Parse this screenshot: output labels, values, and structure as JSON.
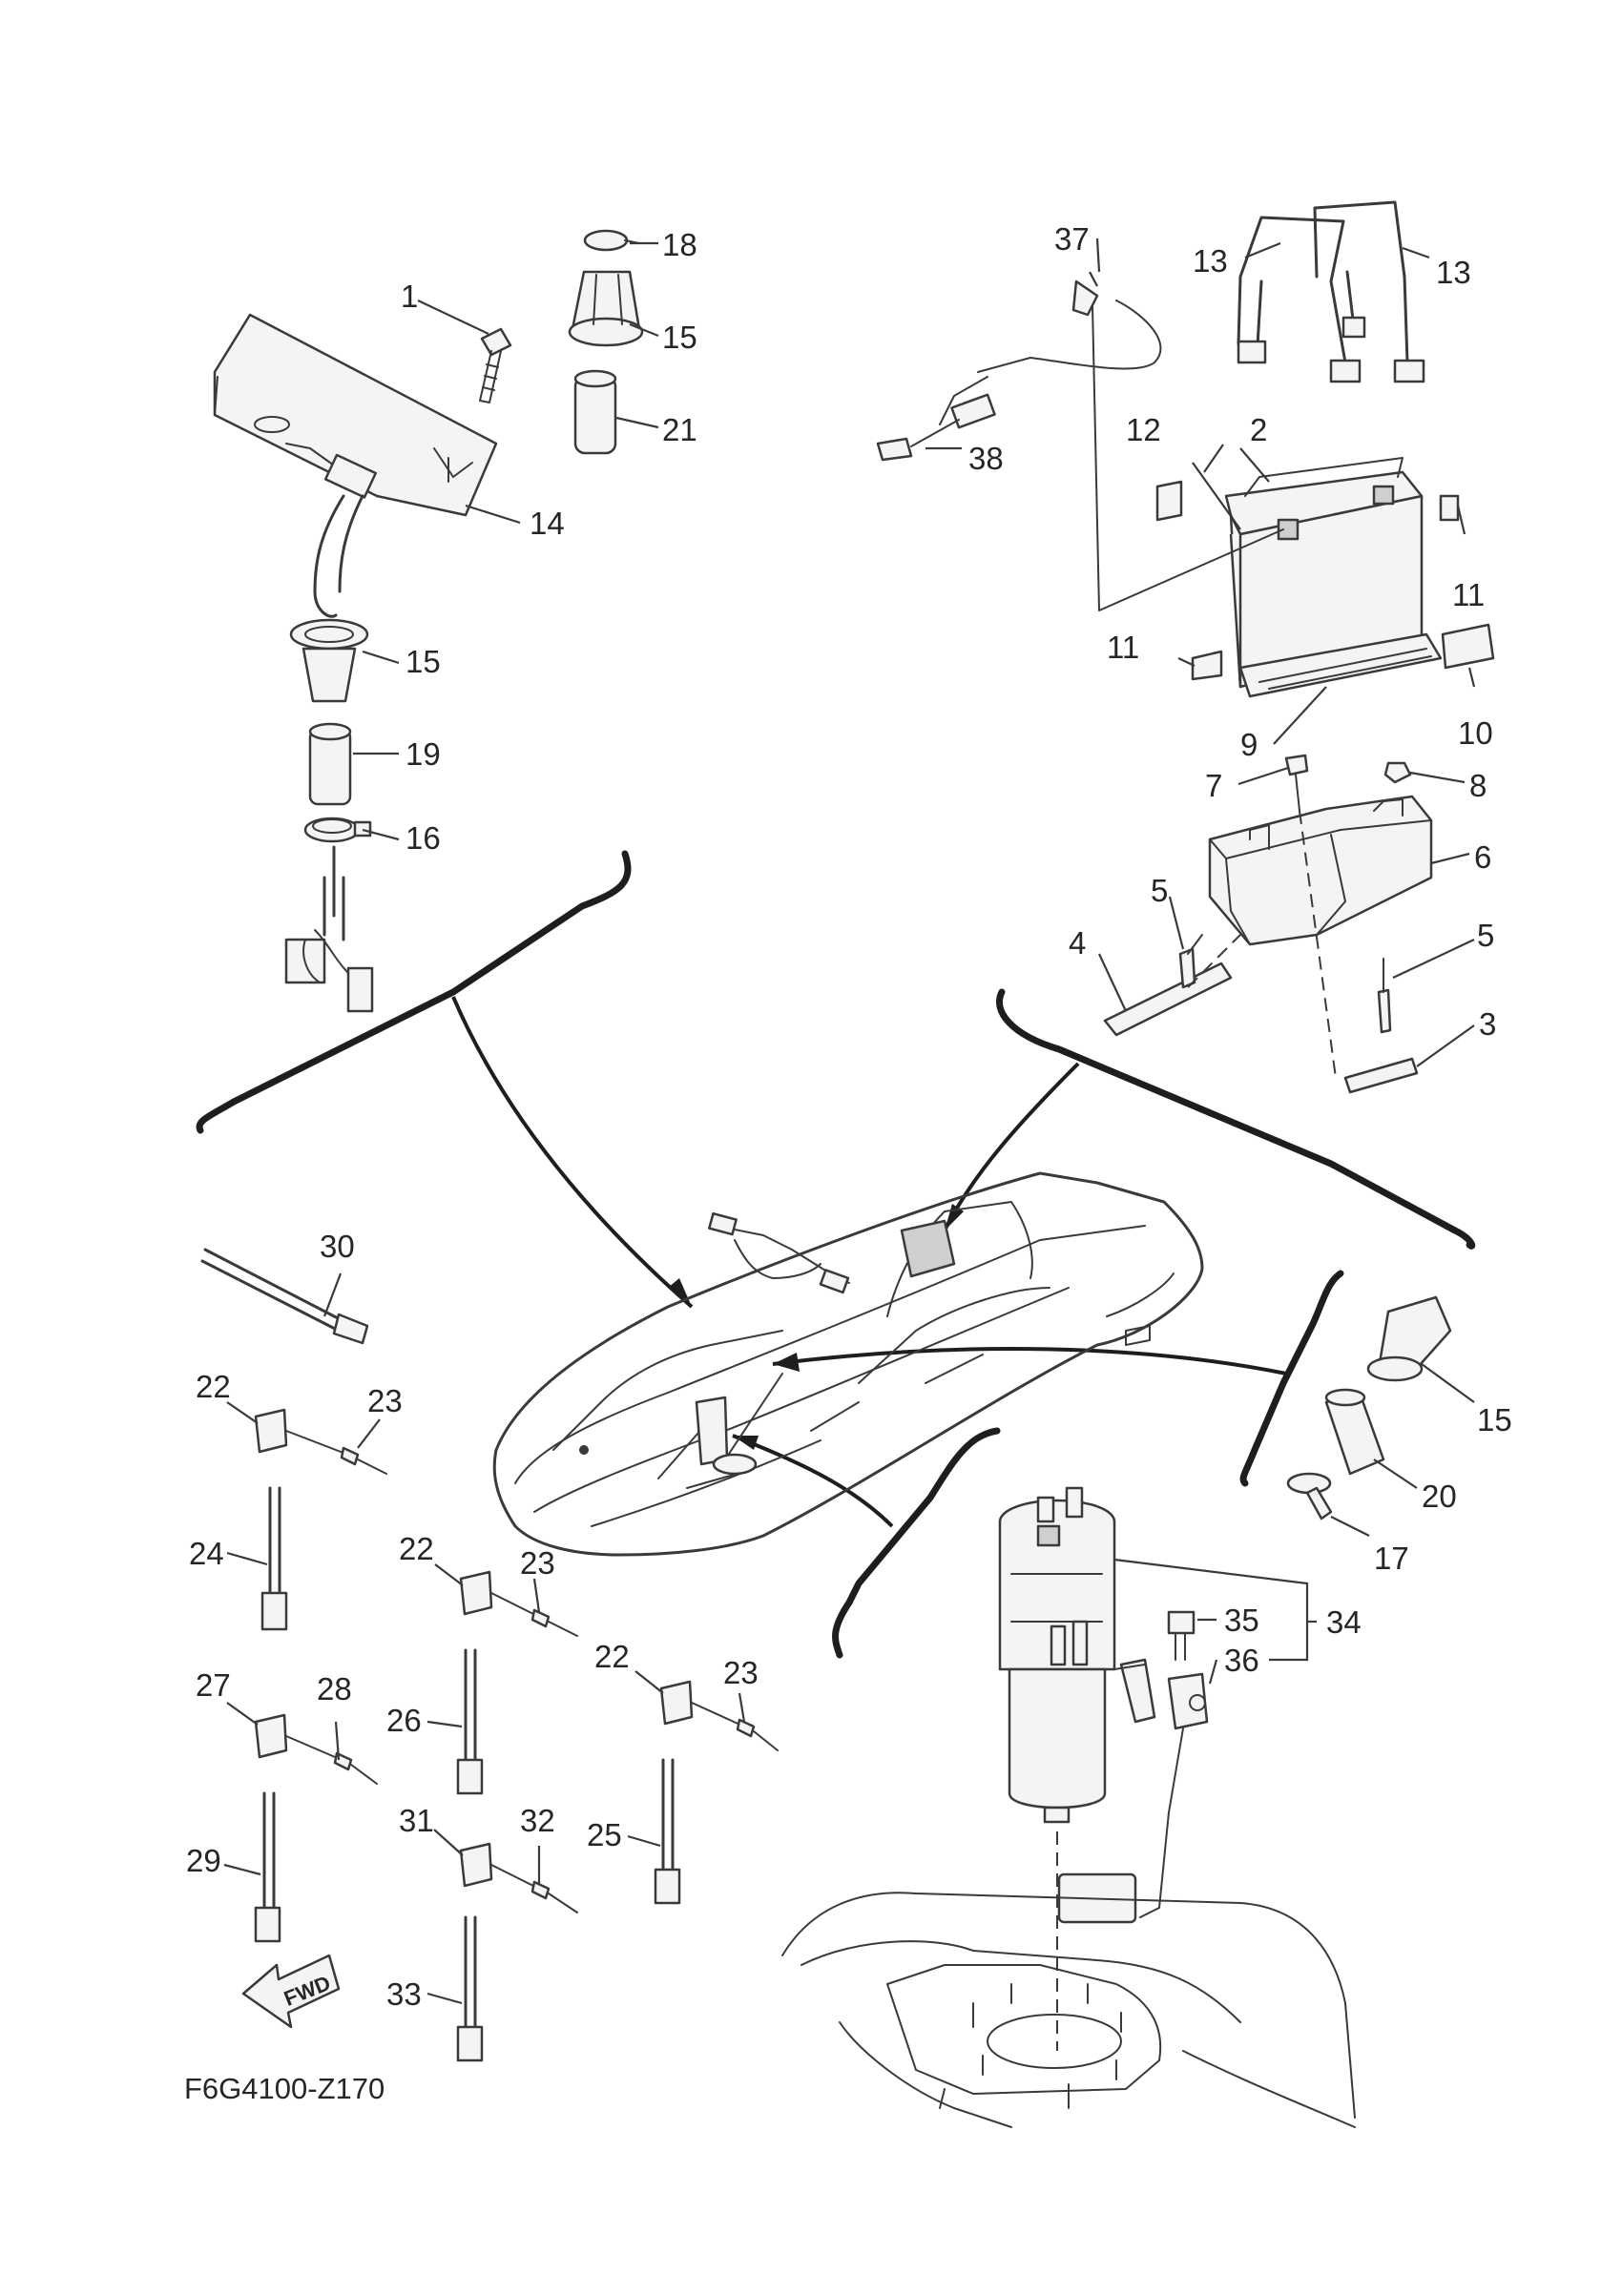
{
  "diagram_code": "F6G4100-Z170",
  "fwd_label": "FWD",
  "callouts": [
    {
      "id": "c1",
      "text": "1"
    },
    {
      "id": "c2",
      "text": "2"
    },
    {
      "id": "c3",
      "text": "3"
    },
    {
      "id": "c4",
      "text": "4"
    },
    {
      "id": "c5a",
      "text": "5"
    },
    {
      "id": "c5b",
      "text": "5"
    },
    {
      "id": "c6",
      "text": "6"
    },
    {
      "id": "c7",
      "text": "7"
    },
    {
      "id": "c8",
      "text": "8"
    },
    {
      "id": "c9",
      "text": "9"
    },
    {
      "id": "c10",
      "text": "10"
    },
    {
      "id": "c11a",
      "text": "11"
    },
    {
      "id": "c11b",
      "text": "11"
    },
    {
      "id": "c12",
      "text": "12"
    },
    {
      "id": "c13a",
      "text": "13"
    },
    {
      "id": "c13b",
      "text": "13"
    },
    {
      "id": "c14",
      "text": "14"
    },
    {
      "id": "c15a",
      "text": "15"
    },
    {
      "id": "c15b",
      "text": "15"
    },
    {
      "id": "c15c",
      "text": "15"
    },
    {
      "id": "c16",
      "text": "16"
    },
    {
      "id": "c17",
      "text": "17"
    },
    {
      "id": "c18",
      "text": "18"
    },
    {
      "id": "c19",
      "text": "19"
    },
    {
      "id": "c20",
      "text": "20"
    },
    {
      "id": "c21",
      "text": "21"
    },
    {
      "id": "c22a",
      "text": "22"
    },
    {
      "id": "c22b",
      "text": "22"
    },
    {
      "id": "c22c",
      "text": "22"
    },
    {
      "id": "c23a",
      "text": "23"
    },
    {
      "id": "c23b",
      "text": "23"
    },
    {
      "id": "c23c",
      "text": "23"
    },
    {
      "id": "c24",
      "text": "24"
    },
    {
      "id": "c25",
      "text": "25"
    },
    {
      "id": "c26",
      "text": "26"
    },
    {
      "id": "c27",
      "text": "27"
    },
    {
      "id": "c28",
      "text": "28"
    },
    {
      "id": "c29",
      "text": "29"
    },
    {
      "id": "c30",
      "text": "30"
    },
    {
      "id": "c31",
      "text": "31"
    },
    {
      "id": "c32",
      "text": "32"
    },
    {
      "id": "c33",
      "text": "33"
    },
    {
      "id": "c34",
      "text": "34"
    },
    {
      "id": "c35",
      "text": "35"
    },
    {
      "id": "c36",
      "text": "36"
    },
    {
      "id": "c37",
      "text": "37"
    },
    {
      "id": "c38",
      "text": "38"
    }
  ]
}
